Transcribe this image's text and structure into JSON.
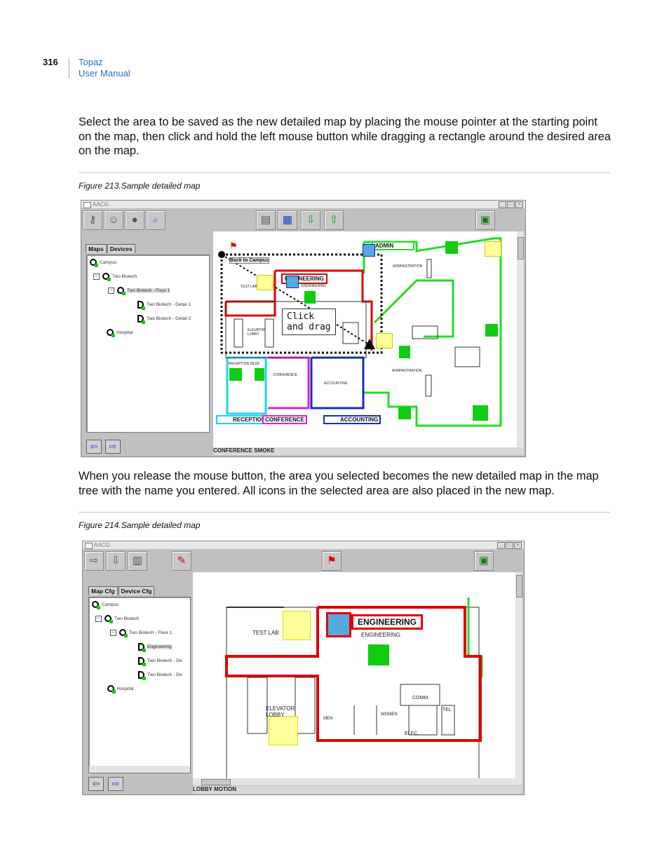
{
  "header": {
    "page_number": "316",
    "product": "Topaz",
    "manual": "User Manual"
  },
  "paragraphs": [
    "Select the area to be saved as the new detailed map by placing the mouse pointer at the starting point on the map, then click and hold the left mouse button while dragging a rectangle around the desired area on the map.",
    "When you release the mouse button, the area you selected becomes the new detailed map in the map tree with the name you entered. All icons in the selected area are also placed in the new map."
  ],
  "figures": [
    {
      "caption": "Figure 213.Sample detailed map",
      "window_title": "AACG",
      "tabs": [
        "Maps",
        "Devices"
      ],
      "tree": [
        "Campus",
        "Two Biotech",
        "Two Biotech - Floor 1",
        "Two Biotech - Detail 1",
        "Two Biotech - Detail 2",
        "Hospital"
      ],
      "map_labels": {
        "back": "Back to Campus",
        "admin": "ADMIN",
        "administration": "ADMINISTRATION",
        "engineering": "ENGINEERING",
        "engineering_small": "ENGINEERING",
        "test_lab": "TEST LAB",
        "elevator": "ELEVATOR LOBBY",
        "reception_desk": "RECEPTION DESK",
        "conference_room": "CONFERENCE",
        "accounting_room": "ACCOUNTING",
        "reception": "RECEPTION",
        "conference": "CONFERENCE",
        "accounting": "ACCOUNTING",
        "callout": "Click\nand drag"
      },
      "status": "CONFERENCE SMOKE"
    },
    {
      "caption": "Figure 214.Sample detailed map",
      "window_title": "AACG",
      "tabs": [
        "Map Cfg",
        "Device Cfg"
      ],
      "tree": [
        "Campus",
        "Two Biotech",
        "Two Biotech - Floor 1",
        "Engineering",
        "Two Biotech - De",
        "Two Biotech - De",
        "Hospital"
      ],
      "map_labels": {
        "engineering": "ENGINEERING",
        "engineering_small": "ENGINEERING",
        "test_lab": "TEST LAB",
        "elevator": "ELEVATOR LOBBY",
        "men": "MEN",
        "women": "WOMEN",
        "comm": "COMM.",
        "elec": "ELEC.",
        "tel": "TEL"
      },
      "status": "LOBBY MOTION"
    }
  ],
  "colors": {
    "accent": "#2b6fb0",
    "red": "#e00000",
    "green": "#22dd22",
    "blue": "#1030c0"
  }
}
